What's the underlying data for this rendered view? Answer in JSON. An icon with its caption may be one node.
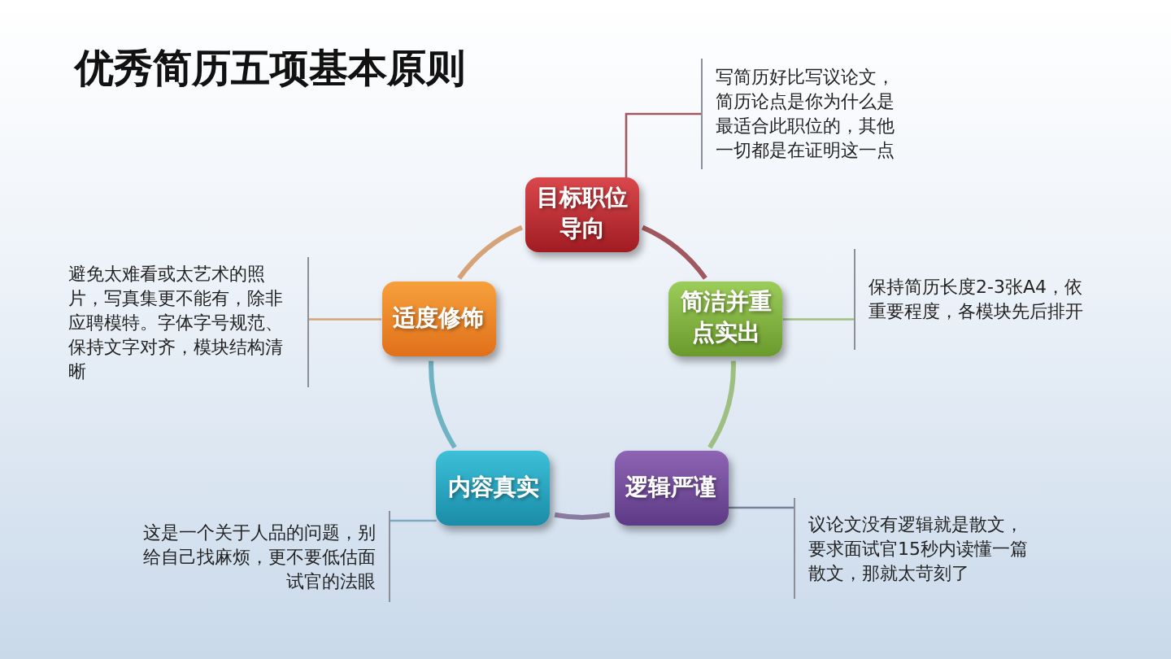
{
  "diagram": {
    "title": "优秀简历五项基本原则",
    "nodes": [
      {
        "text": [
          "目标职位导向"
        ]
      },
      {
        "text": [
          "简洁并重点实出"
        ]
      },
      {
        "text": [
          "逻辑严谨"
        ]
      },
      {
        "text": [
          "内容真实"
        ]
      },
      {
        "text": [
          "适度修饰"
        ]
      },
      {
        "text": [
          "写简历好比写议论文，简历论点是你为什么是最适合此职位的，其他一切都是在证明这一点"
        ]
      },
      {
        "text": [
          "保持简历长度2-3张A4，依重要程度，各模块先后排开"
        ]
      },
      {
        "text": [
          "避免太难看或太艺术的照片，写真集更不能有，除非应聘模特。字体字号规范、保持文字对齐，模块结构清晰"
        ]
      },
      {
        "text": [
          "这是一个关于人品的问题，别给自己找麻烦，更不要低估面试官的法眼"
        ]
      },
      {
        "text": [
          "议论文没有逻辑就是散文，要求面试官15秒内读懂一篇散文，那就太苛刻了"
        ]
      }
    ],
    "edges": [
      {
        "from": 0,
        "to": 1,
        "arrow": "none",
        "style": "thick",
        "color": "#a0585e"
      },
      {
        "from": 1,
        "to": 2,
        "arrow": "none",
        "style": "thick",
        "color": "#9dbf80"
      },
      {
        "from": 2,
        "to": 3,
        "arrow": "none",
        "style": "thick",
        "color": "#8a7c9e"
      },
      {
        "from": 3,
        "to": 4,
        "arrow": "none",
        "style": "thick",
        "color": "#6fb3c2"
      },
      {
        "from": 4,
        "to": 0,
        "arrow": "none",
        "style": "thick",
        "color": "#d6a378"
      },
      {
        "from": 0,
        "to": 5,
        "arrow": "none",
        "color": "#a0585e"
      },
      {
        "from": 1,
        "to": 6,
        "arrow": "none",
        "color": "#9dbf80"
      },
      {
        "from": 4,
        "to": 7,
        "arrow": "none",
        "color": "#d6a378"
      },
      {
        "from": 3,
        "to": 8,
        "arrow": "none",
        "color": "#7fa9c4"
      },
      {
        "from": 2,
        "to": 9,
        "arrow": "none",
        "color": "#7b7f99"
      }
    ]
  }
}
